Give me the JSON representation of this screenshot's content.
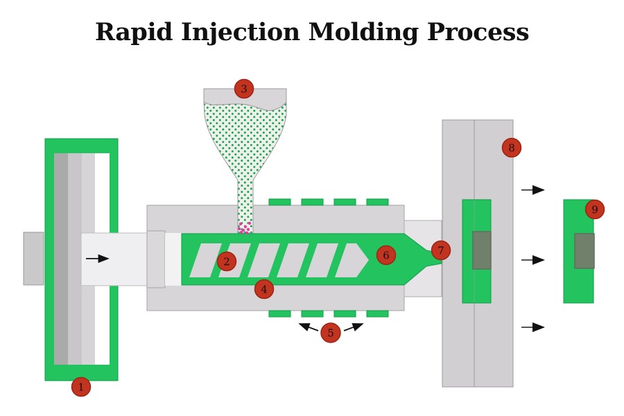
{
  "title": "Rapid Injection Molding Process",
  "markers": [
    {
      "number": "1"
    },
    {
      "number": "2"
    },
    {
      "number": "3"
    },
    {
      "number": "4"
    },
    {
      "number": "5"
    },
    {
      "number": "6"
    },
    {
      "number": "7"
    },
    {
      "number": "8"
    },
    {
      "number": "9"
    }
  ],
  "colors": {
    "machine_green": "#23c45f",
    "green_border": "#0e9b47",
    "marker_red": "#c23420",
    "marker_red_border": "#9c2413",
    "barrel_gray": "#d8d5d8",
    "mold_gray": "#d2cfd2",
    "cavity_gray_green": "#71806b",
    "pellet_dot_green": "#18a252",
    "pellet_background": "#eef0ea",
    "melt_pink": "#e83ca2",
    "title_color": "#111111"
  }
}
